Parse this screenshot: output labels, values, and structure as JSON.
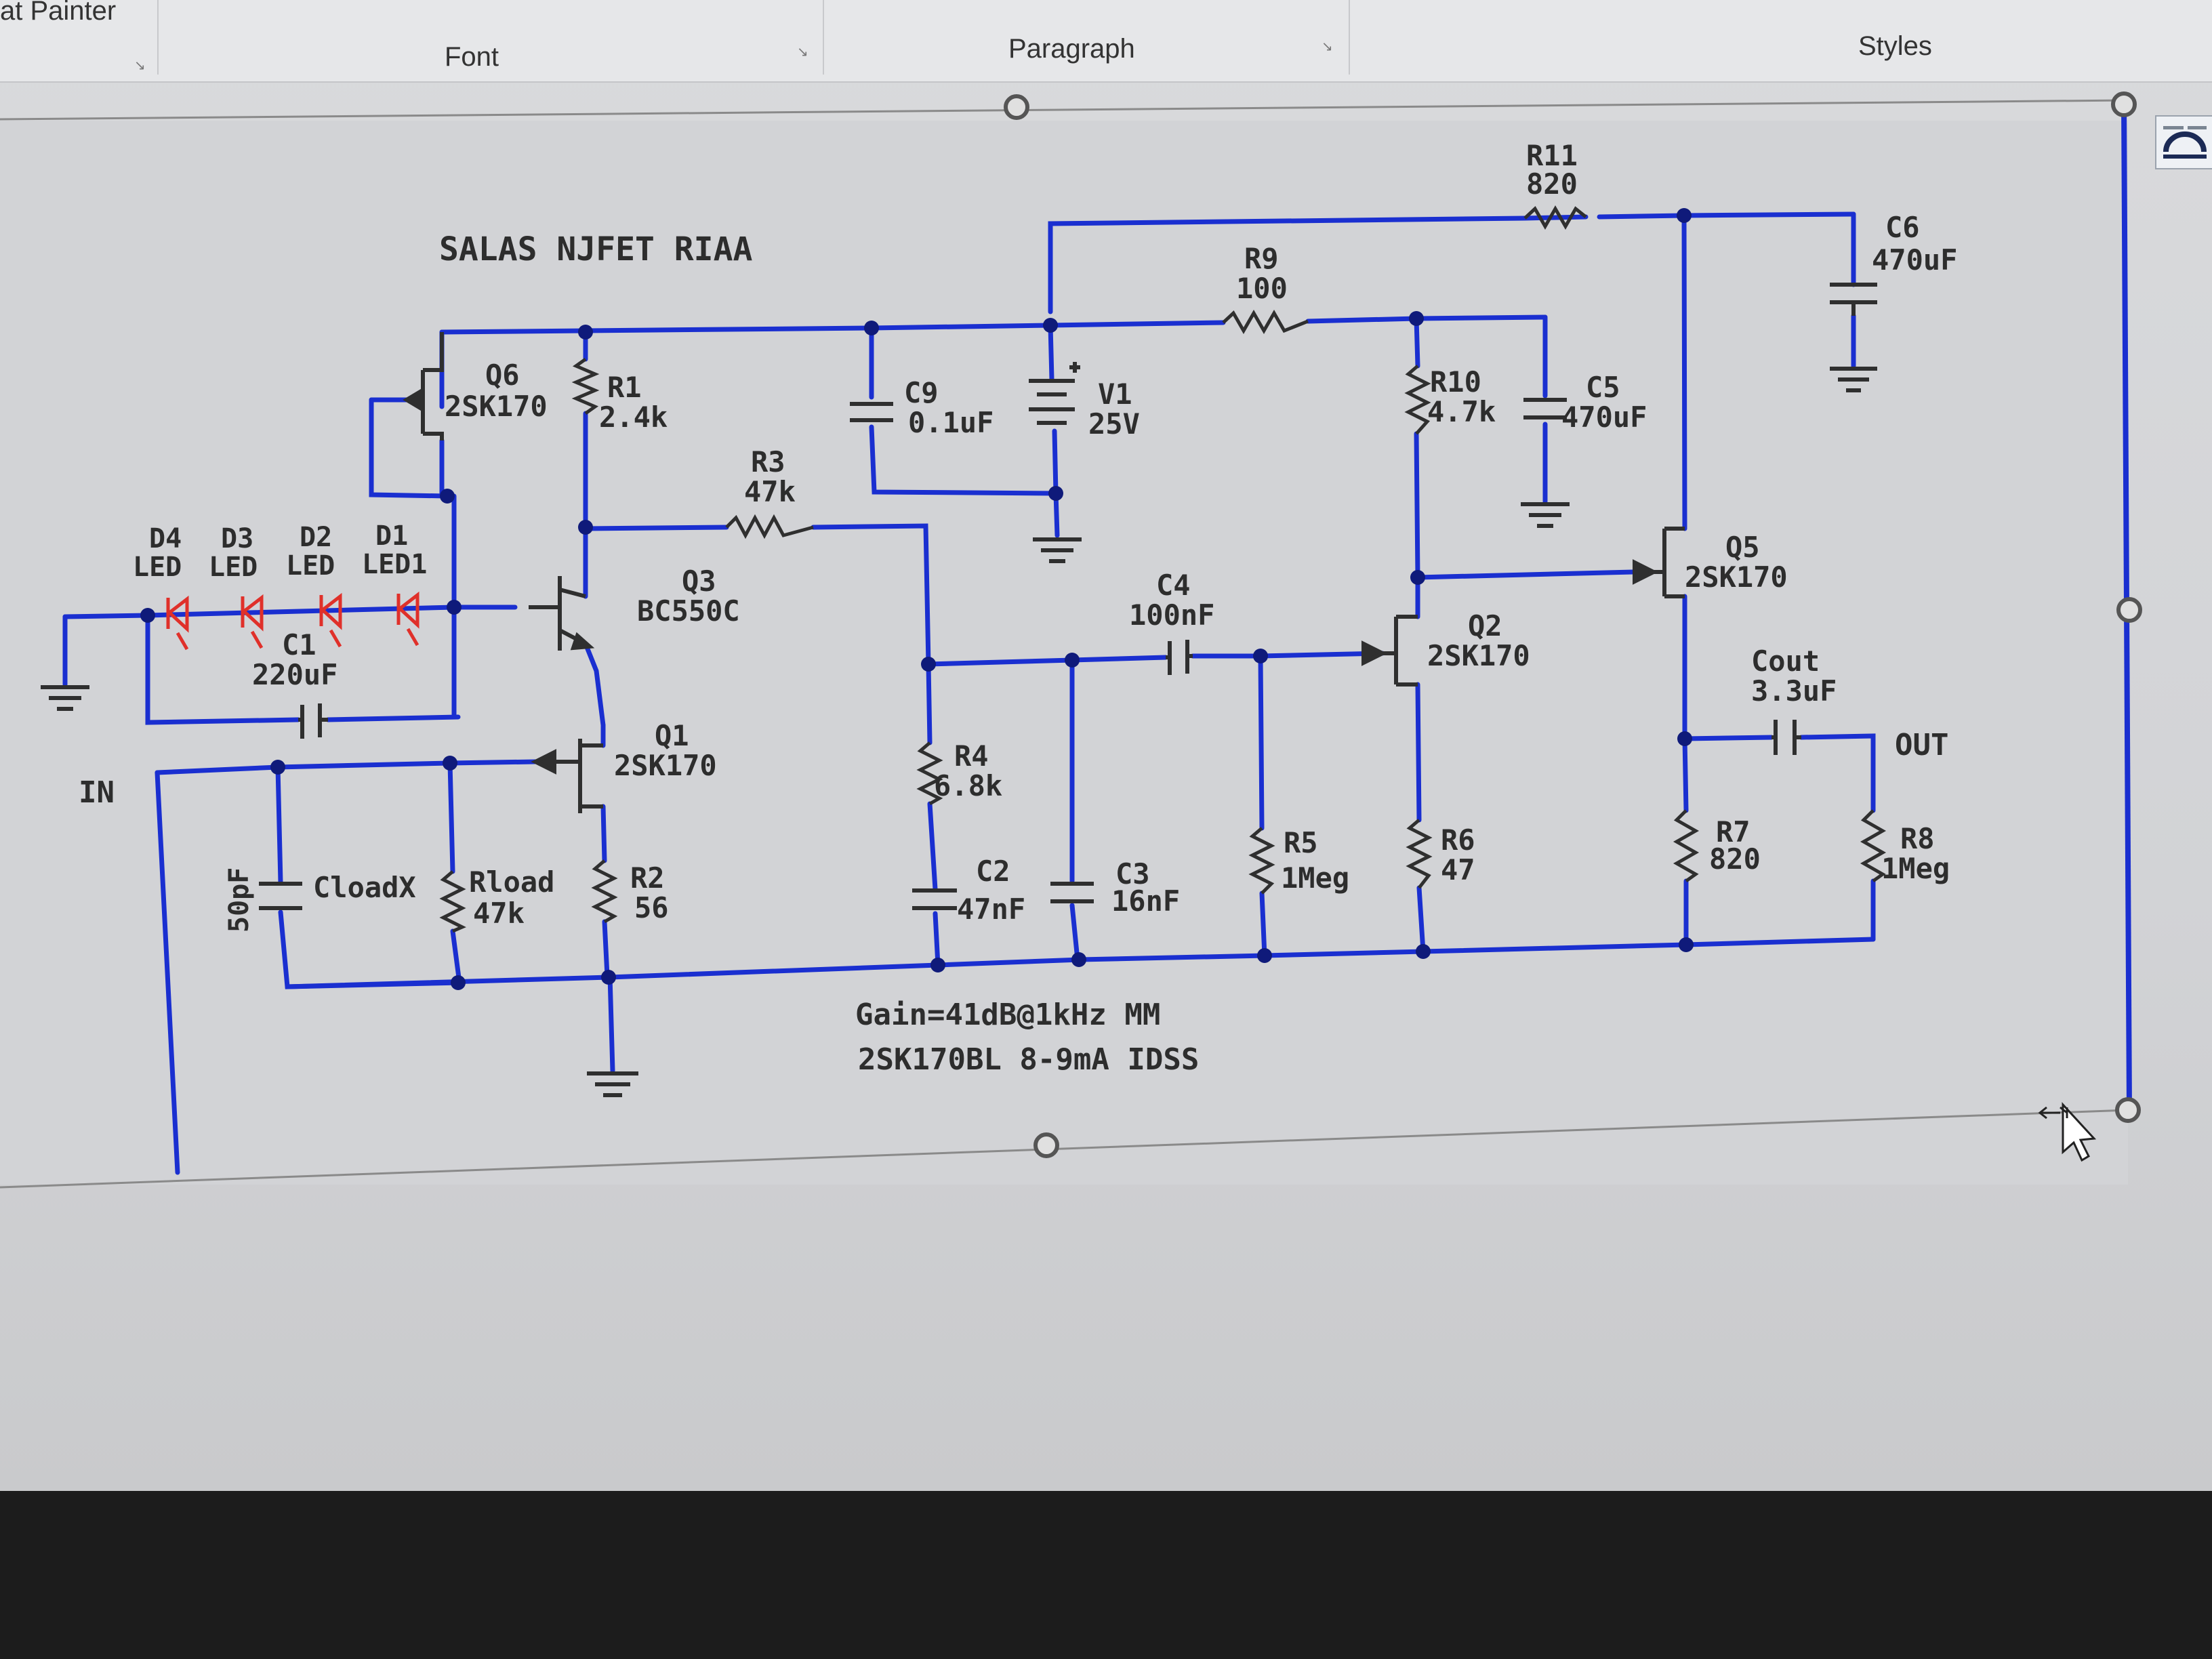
{
  "ribbon": {
    "format_painter": "at Painter",
    "font_group": "Font",
    "paragraph_group": "Paragraph",
    "styles_group": "Styles"
  },
  "schematic": {
    "title": "SALAS NJFET RIAA",
    "notes": [
      "Gain=41dB@1kHz  MM",
      "2SK170BL 8-9mA IDSS"
    ],
    "io": {
      "input": "IN",
      "output": "OUT"
    },
    "components": {
      "r11": [
        "R11",
        "820"
      ],
      "c6": [
        "C6",
        "470uF"
      ],
      "r9": [
        "R9",
        "100"
      ],
      "q6": [
        "Q6",
        "2SK170"
      ],
      "r1": [
        "R1",
        "2.4k"
      ],
      "c9": [
        "C9",
        "0.1uF"
      ],
      "v1": [
        "V1",
        "25V"
      ],
      "r10": [
        "R10",
        "4.7k"
      ],
      "c5": [
        "C5",
        "470uF"
      ],
      "r3": [
        "R3",
        "47k"
      ],
      "d4": [
        "D4",
        "LED"
      ],
      "d3": [
        "D3",
        "LED"
      ],
      "d2": [
        "D2",
        "LED"
      ],
      "d1": [
        "D1",
        "LED1"
      ],
      "q3": [
        "Q3",
        "BC550C"
      ],
      "c4": [
        "C4",
        "100nF"
      ],
      "q5": [
        "Q5",
        "2SK170"
      ],
      "q2": [
        "Q2",
        "2SK170"
      ],
      "c1": [
        "C1",
        "220uF"
      ],
      "cout": [
        "Cout",
        "3.3uF"
      ],
      "q1": [
        "Q1",
        "2SK170"
      ],
      "r4": [
        "R4",
        "6.8k"
      ],
      "c2": [
        "C2",
        "47nF"
      ],
      "c3": [
        "C3",
        "16nF"
      ],
      "r5": [
        "R5",
        "1Meg"
      ],
      "r6": [
        "R6",
        "47"
      ],
      "r7": [
        "R7",
        "820"
      ],
      "r8": [
        "R8",
        "1Meg"
      ],
      "cload": [
        "CloadX",
        "50pF"
      ],
      "rload": [
        "Rload",
        "47k"
      ],
      "r2": [
        "R2",
        "56"
      ]
    }
  },
  "colors": {
    "wire": "#1a2fd0",
    "node": "#0f1a7a",
    "led": "#e0302a",
    "text": "#2d2d2d"
  }
}
